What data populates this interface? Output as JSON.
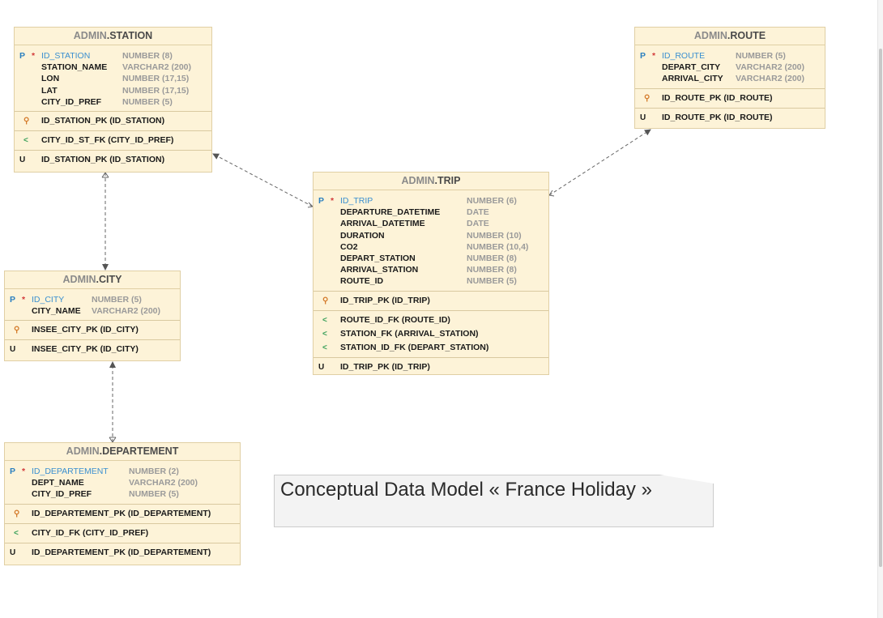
{
  "diagram_title": "Conceptual Data Model « France Holiday »",
  "tables": {
    "station": {
      "schema": "ADMIN",
      "name": ".STATION",
      "columns": [
        {
          "flag": "P",
          "star": "*",
          "name": "ID_STATION",
          "type": "NUMBER (8)"
        },
        {
          "flag": "",
          "star": "",
          "name": "STATION_NAME",
          "type": "VARCHAR2 (200)"
        },
        {
          "flag": "",
          "star": "",
          "name": "LON",
          "type": "NUMBER (17,15)"
        },
        {
          "flag": "",
          "star": "",
          "name": "LAT",
          "type": "NUMBER (17,15)"
        },
        {
          "flag": "",
          "star": "",
          "name": "CITY_ID_PREF",
          "type": "NUMBER (5)"
        }
      ],
      "pk": [
        "ID_STATION_PK (ID_STATION)"
      ],
      "fk": [
        "CITY_ID_ST_FK (CITY_ID_PREF)"
      ],
      "uk_flag": "U",
      "uk": [
        "ID_STATION_PK (ID_STATION)"
      ]
    },
    "route": {
      "schema": "ADMIN",
      "name": ".ROUTE",
      "columns": [
        {
          "flag": "P",
          "star": "*",
          "name": "ID_ROUTE",
          "type": "NUMBER (5)"
        },
        {
          "flag": "",
          "star": "",
          "name": "DEPART_CITY",
          "type": "VARCHAR2 (200)"
        },
        {
          "flag": "",
          "star": "",
          "name": "ARRIVAL_CITY",
          "type": "VARCHAR2 (200)"
        }
      ],
      "pk": [
        "ID_ROUTE_PK (ID_ROUTE)"
      ],
      "fk": [],
      "uk_flag": "U",
      "uk": [
        "ID_ROUTE_PK (ID_ROUTE)"
      ]
    },
    "trip": {
      "schema": "ADMIN",
      "name": ".TRIP",
      "columns": [
        {
          "flag": "P",
          "star": "*",
          "name": "ID_TRIP",
          "type": "NUMBER (6)"
        },
        {
          "flag": "",
          "star": "",
          "name": "DEPARTURE_DATETIME",
          "type": "DATE"
        },
        {
          "flag": "",
          "star": "",
          "name": "ARRIVAL_DATETIME",
          "type": "DATE"
        },
        {
          "flag": "",
          "star": "",
          "name": "DURATION",
          "type": "NUMBER (10)"
        },
        {
          "flag": "",
          "star": "",
          "name": "CO2",
          "type": "NUMBER (10,4)"
        },
        {
          "flag": "",
          "star": "",
          "name": "DEPART_STATION",
          "type": "NUMBER (8)"
        },
        {
          "flag": "",
          "star": "",
          "name": "ARRIVAL_STATION",
          "type": "NUMBER (8)"
        },
        {
          "flag": "",
          "star": "",
          "name": "ROUTE_ID",
          "type": "NUMBER (5)"
        }
      ],
      "pk": [
        "ID_TRIP_PK (ID_TRIP)"
      ],
      "fk": [
        "ROUTE_ID_FK (ROUTE_ID)",
        "STATION_FK (ARRIVAL_STATION)",
        "STATION_ID_FK (DEPART_STATION)"
      ],
      "uk_flag": "U",
      "uk": [
        "ID_TRIP_PK (ID_TRIP)"
      ]
    },
    "city": {
      "schema": "ADMIN",
      "name": ".CITY",
      "columns": [
        {
          "flag": "P",
          "star": "*",
          "name": "ID_CITY",
          "type": "NUMBER (5)"
        },
        {
          "flag": "",
          "star": "",
          "name": "CITY_NAME",
          "type": "VARCHAR2 (200)"
        }
      ],
      "pk": [
        "INSEE_CITY_PK (ID_CITY)"
      ],
      "fk": [],
      "uk_flag": "U",
      "uk": [
        "INSEE_CITY_PK (ID_CITY)"
      ]
    },
    "departement": {
      "schema": "ADMIN",
      "name": ".DEPARTEMENT",
      "columns": [
        {
          "flag": "P",
          "star": "*",
          "name": "ID_DEPARTEMENT",
          "type": "NUMBER (2)"
        },
        {
          "flag": "",
          "star": "",
          "name": "DEPT_NAME",
          "type": "VARCHAR2 (200)"
        },
        {
          "flag": "",
          "star": "",
          "name": "CITY_ID_PREF",
          "type": "NUMBER (5)"
        }
      ],
      "pk": [
        "ID_DEPARTEMENT_PK (ID_DEPARTEMENT)"
      ],
      "fk": [
        "CITY_ID_FK (CITY_ID_PREF)"
      ],
      "uk_flag": "U",
      "uk": [
        "ID_DEPARTEMENT_PK (ID_DEPARTEMENT)"
      ]
    }
  },
  "relationships": [
    {
      "from": "trip",
      "to": "station"
    },
    {
      "from": "trip",
      "to": "route"
    },
    {
      "from": "station",
      "to": "city"
    },
    {
      "from": "departement",
      "to": "city"
    }
  ]
}
